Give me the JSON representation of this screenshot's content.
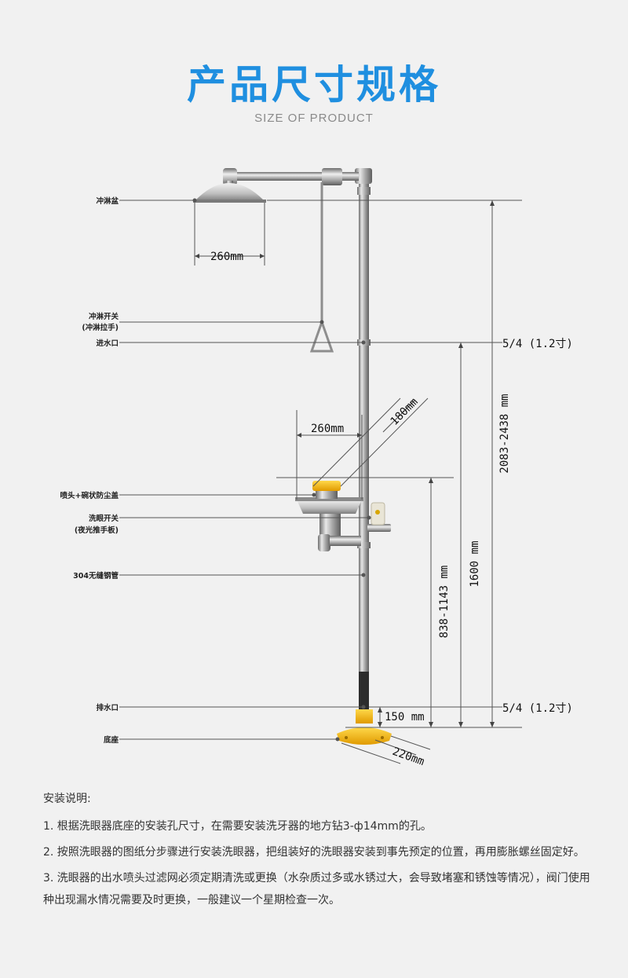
{
  "header": {
    "title": "产品尺寸规格",
    "subtitle": "SIZE OF PRODUCT"
  },
  "labels": {
    "shower_head": "冲淋盆",
    "shower_switch_1": "冲淋开关",
    "shower_switch_2": "(冲淋拉手)",
    "water_inlet": "进水口",
    "nozzle": "喷头+碗状防尘盖",
    "eyewash_switch_1": "洗眼开关",
    "eyewash_switch_2": "(夜光推手板)",
    "pipe": "304无缝钢管",
    "drain": "排水口",
    "base": "底座"
  },
  "dimensions": {
    "shower_diameter": "260mm",
    "bowl_diameter": "260mm",
    "nozzle_height": "180mm",
    "inlet_size": "5/4 (1.2寸)",
    "drain_size": "5/4 (1.2寸)",
    "total_height": "2083-2438 mm",
    "inlet_height": "1600 mm",
    "bowl_height": "838-1143 mm",
    "drain_height": "150 mm",
    "base_diameter": "220mm"
  },
  "notes": {
    "heading": "安装说明:",
    "items": [
      "1. 根据洗眼器底座的安装孔尺寸，在需要安装洗牙器的地方钻3-ф14mm的孔。",
      "2. 按照洗眼器的图纸分步骤进行安装洗眼器，把组装好的洗眼器安装到事先预定的位置，再用膨胀螺丝固定好。",
      "3. 洗眼器的出水喷头过滤网必须定期清洗或更换（水杂质过多或水锈过大，会导致堵塞和锈蚀等情况），阀门使用种出现漏水情况需要及时更换，一般建议一个星期检查一次。"
    ]
  },
  "colors": {
    "title": "#1f8fe0",
    "steel": "#b8b8b8",
    "base_yellow": "#f2b80c"
  }
}
